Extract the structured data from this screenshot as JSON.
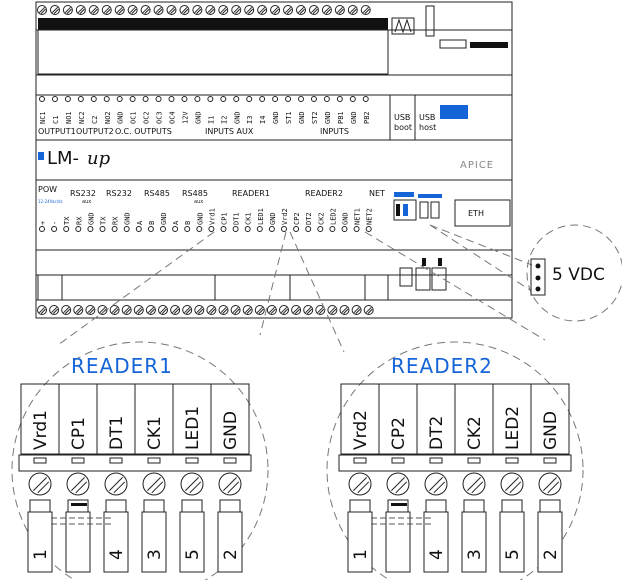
{
  "top_terminals": [
    {
      "label": "NC1"
    },
    {
      "label": "C1"
    },
    {
      "label": "NO1"
    },
    {
      "label": "NC2"
    },
    {
      "label": "C2"
    },
    {
      "label": "NO2"
    },
    {
      "label": "GND"
    },
    {
      "label": "OC1"
    },
    {
      "label": "OC2"
    },
    {
      "label": "OC3"
    },
    {
      "label": "OC4"
    },
    {
      "label": "12V"
    },
    {
      "label": "GND"
    },
    {
      "label": "I1"
    },
    {
      "label": "I2"
    },
    {
      "label": "GND"
    },
    {
      "label": "I3"
    },
    {
      "label": "I4"
    },
    {
      "label": "GND"
    },
    {
      "label": "ST1"
    },
    {
      "label": "GND"
    },
    {
      "label": "ST2"
    },
    {
      "label": "GND"
    },
    {
      "label": "PB1"
    },
    {
      "label": "GND"
    },
    {
      "label": "PB2"
    }
  ],
  "top_groups": [
    {
      "label": "OUTPUT1"
    },
    {
      "label": "OUTPUT2"
    },
    {
      "label": "O.C. OUTPUTS"
    },
    {
      "label": "INPUTS AUX"
    },
    {
      "label": "INPUTS"
    }
  ],
  "usb": {
    "boot": "USB\nboot",
    "boot_line1": "USB",
    "boot_line2": "boot",
    "host_line1": "USB",
    "host_line2": "host"
  },
  "logo": {
    "text": "LM-",
    "italic": "up",
    "brand": "APICE"
  },
  "bottom_terminals": [
    {
      "label": "+"
    },
    {
      "label": "-"
    },
    {
      "label": "TX"
    },
    {
      "label": "RX"
    },
    {
      "label": "GND"
    },
    {
      "label": "TX"
    },
    {
      "label": "RX"
    },
    {
      "label": "GND"
    },
    {
      "label": "A"
    },
    {
      "label": "B"
    },
    {
      "label": "GND"
    },
    {
      "label": "A"
    },
    {
      "label": "B"
    },
    {
      "label": "GND"
    },
    {
      "label": "Vrd1"
    },
    {
      "label": "CP1"
    },
    {
      "label": "DT1"
    },
    {
      "label": "CK1"
    },
    {
      "label": "LED1"
    },
    {
      "label": "GND"
    },
    {
      "label": "Vrd2"
    },
    {
      "label": "CP2"
    },
    {
      "label": "DT2"
    },
    {
      "label": "CK2"
    },
    {
      "label": "LED2"
    },
    {
      "label": "GND"
    },
    {
      "label": "NET1"
    },
    {
      "label": "NET2"
    }
  ],
  "bottom_groups": [
    {
      "label": "POW"
    },
    {
      "label": "RS232"
    },
    {
      "label": "RS232"
    },
    {
      "label": "RS485"
    },
    {
      "label": "RS485"
    },
    {
      "label": "READER1"
    },
    {
      "label": "READER2"
    },
    {
      "label": "NET"
    },
    {
      "label": "ETH"
    }
  ],
  "aux_tag": "aux",
  "power_note": "12-24Vac/dc",
  "jumper_label": "5 VDC",
  "reader1_zoom": {
    "title": "READER1",
    "pins": [
      "Vrd1",
      "CP1",
      "DT1",
      "CK1",
      "LED1",
      "GND"
    ],
    "wires": [
      "1",
      "",
      "4",
      "3",
      "5",
      "2"
    ]
  },
  "reader2_zoom": {
    "title": "READER2",
    "pins": [
      "Vrd2",
      "CP2",
      "DT2",
      "CK2",
      "LED2",
      "GND"
    ],
    "wires": [
      "1",
      "",
      "4",
      "3",
      "5",
      "2"
    ]
  },
  "colors": {
    "accent": "#1565d8",
    "line": "#222222"
  }
}
